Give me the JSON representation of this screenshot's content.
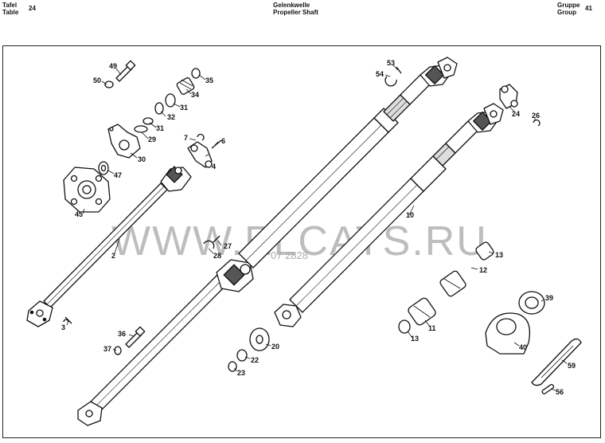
{
  "header": {
    "left_line1": "Tafel",
    "left_line2": "Table",
    "left_number": "24",
    "center_line1": "Gelenkwelle",
    "center_line2": "Propeller Shaft",
    "right_line1": "Gruppe",
    "right_line2": "Group",
    "right_number": "41"
  },
  "watermark": {
    "text": "WWW.ELCATS.RU",
    "code": "07 2828"
  },
  "part_labels": [
    "49",
    "50",
    "35",
    "34",
    "31",
    "32",
    "31",
    "29",
    "30",
    "7",
    "6",
    "4",
    "47",
    "45",
    "2",
    "3",
    "36",
    "37",
    "28",
    "27",
    "53",
    "54",
    "24",
    "26",
    "10",
    "13",
    "12",
    "11",
    "13",
    "39",
    "40",
    "20",
    "22",
    "23",
    "59",
    "56"
  ]
}
